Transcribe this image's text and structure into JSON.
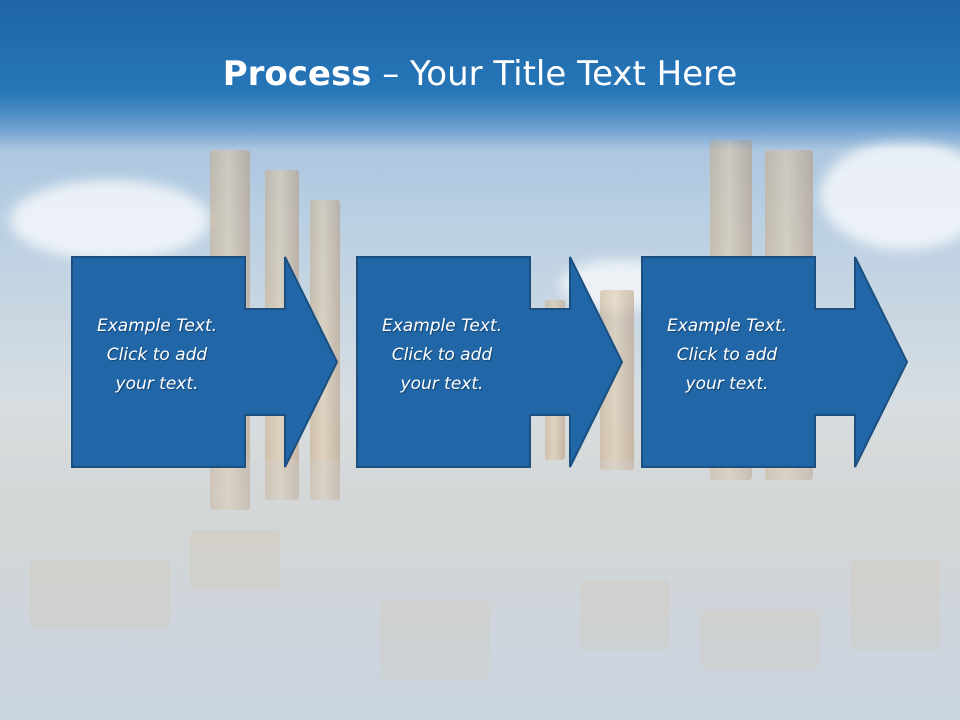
{
  "title": {
    "bold": "Process",
    "rest": " – Your Title Text Here"
  },
  "steps": [
    {
      "line1": "Example Text.",
      "line2": "Click  to add",
      "line3": "your text."
    },
    {
      "line1": "Example Text.",
      "line2": "Click  to add",
      "line3": "your text."
    },
    {
      "line1": "Example Text.",
      "line2": "Click  to add",
      "line3": "your text."
    }
  ],
  "colors": {
    "band": "#2676b8",
    "shape_fill": "#2167a8",
    "shape_stroke": "#1a4f80"
  }
}
